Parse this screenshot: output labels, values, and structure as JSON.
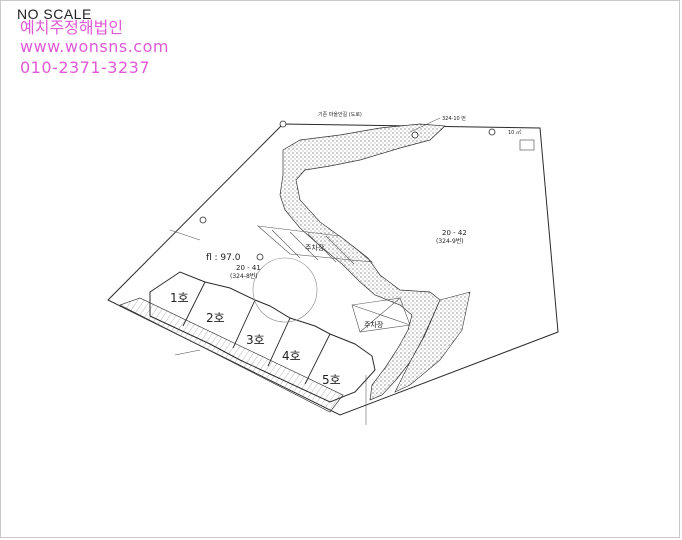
{
  "header": {
    "no_scale": "NO SCALE",
    "company": "예치주정해법인",
    "website": "www.wonsns.com",
    "phone": "010-2371-3237"
  },
  "plan": {
    "level": "fl : 97.0",
    "lot_main": "20 - 41",
    "lot_main_sub": "(324-8번)",
    "lot_east": "20 - 42",
    "lot_east_sub": "(324-9번)",
    "parking_1": "주차장",
    "parking_2": "주차장",
    "units": [
      "1호",
      "2호",
      "3호",
      "4호",
      "5호"
    ],
    "note_top": "324-10 번",
    "note_road": "기존 마을안길 (도로)",
    "note_area": "10 ㎡"
  },
  "colors": {
    "watermark": "#e05ad6",
    "line": "#2a2a2a"
  }
}
